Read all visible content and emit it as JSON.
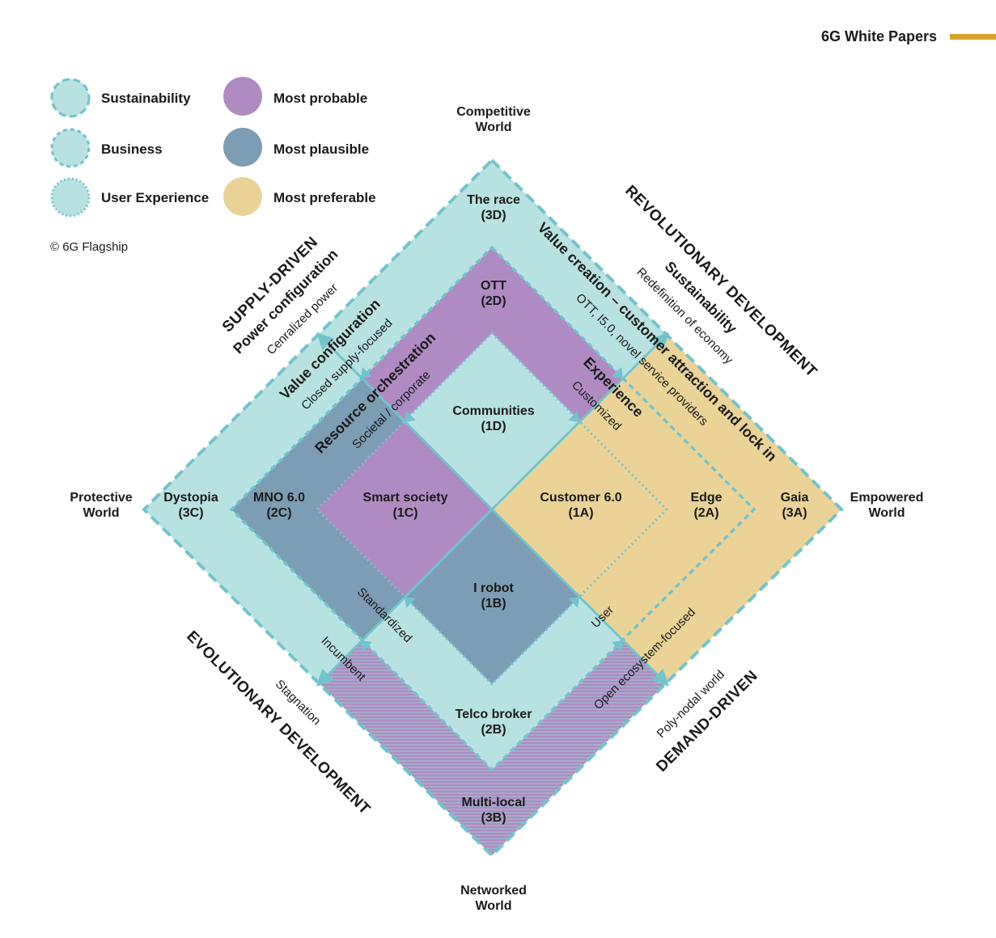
{
  "header": {
    "title": "6G White Papers"
  },
  "copyright": "© 6G Flagship",
  "legend": {
    "items": [
      {
        "key": "sustainability",
        "label": "Sustainability"
      },
      {
        "key": "business",
        "label": "Business"
      },
      {
        "key": "user_experience",
        "label": "User Experience"
      },
      {
        "key": "most_probable",
        "label": "Most probable"
      },
      {
        "key": "most_plausible",
        "label": "Most plausible"
      },
      {
        "key": "most_preferable",
        "label": "Most preferable"
      }
    ]
  },
  "colors": {
    "teal_light": "#b8e2e2",
    "teal_line": "#72c4cc",
    "purple": "#b08bc1",
    "blue_grey": "#7c9db3",
    "yellow": "#ebd398",
    "accent_bar": "#d8a32a"
  },
  "worlds": {
    "top": [
      "Competitive",
      "World"
    ],
    "left": [
      "Protective",
      "World"
    ],
    "right": [
      "Empowered",
      "World"
    ],
    "bottom": [
      "Networked",
      "World"
    ]
  },
  "scenarios": {
    "d3": [
      "The race",
      "(3D)"
    ],
    "d2": [
      "OTT",
      "(2D)"
    ],
    "d1": [
      "Communities",
      "(1D)"
    ],
    "c3": [
      "Dystopia",
      "(3C)"
    ],
    "c2": [
      "MNO 6.0",
      "(2C)"
    ],
    "c1": [
      "Smart society",
      "(1C)"
    ],
    "a1": [
      "Customer 6.0",
      "(1A)"
    ],
    "a2": [
      "Edge",
      "(2A)"
    ],
    "a3": [
      "Gaia",
      "(3A)"
    ],
    "b1": [
      "I robot",
      "(1B)"
    ],
    "b2": [
      "Telco broker",
      "(2B)"
    ],
    "b3": [
      "Multi-local",
      "(3B)"
    ]
  },
  "axes": {
    "supply_driven": "SUPPLY-DRIVEN",
    "power_configuration": "Power configuration",
    "centralized_power": "Cenralized power",
    "value_configuration": "Value configuration",
    "closed_supply_focused": "Closed supply-focused",
    "resource_orchestration": "Resource orchestration",
    "societal_corporate": "Societal / corporate",
    "revolutionary_development": "REVOLUTIONARY DEVELOPMENT",
    "sustainability": "Sustainability",
    "redefinition_of_economy": "Redefinition of economy",
    "value_creation": "Value creation – customer attraction and lock in",
    "ott_providers": "OTT, I5.0, novel service providers",
    "experience": "Experience",
    "customized": "Customized",
    "evolutionary_development": "EVOLUTIONARY DEVELOPMENT",
    "stagnation": "Stagnation",
    "incumbent": "Incumbent",
    "standardized": "Standardized",
    "demand_driven": "DEMAND-DRIVEN",
    "poly_nodal_world": "Poly-nodal world",
    "open_ecosystem_focused": "Open ecosystem-focused",
    "user": "User"
  }
}
